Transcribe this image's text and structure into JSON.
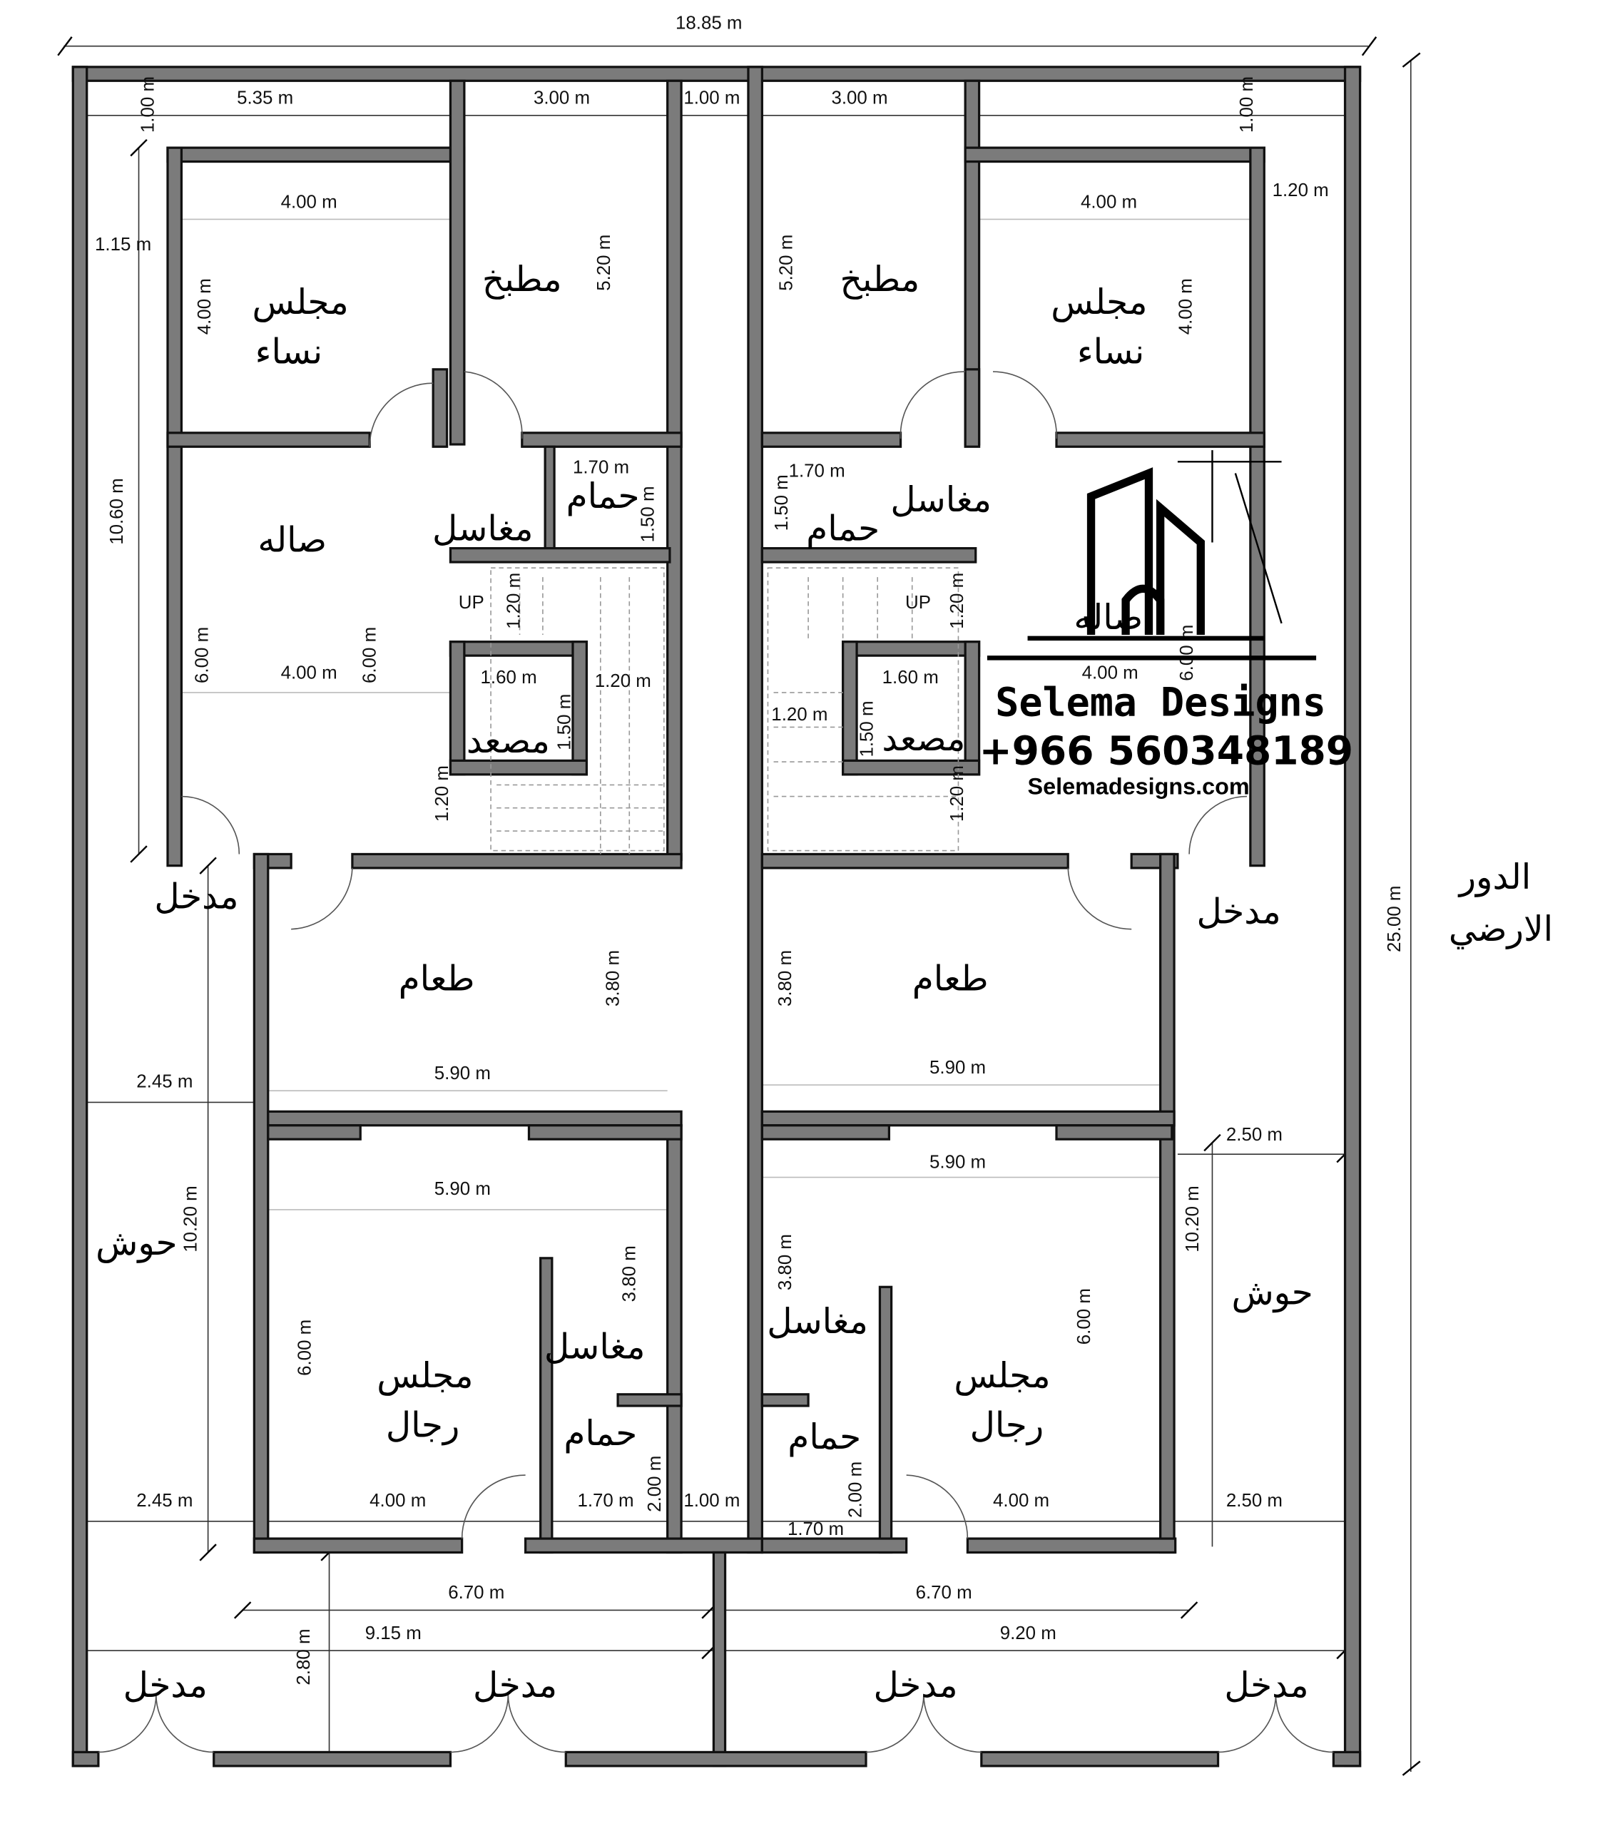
{
  "title": {
    "line1": "الدور",
    "line2": "الارضي"
  },
  "rooms": {
    "majlis_nisa_l_1": "مجلس",
    "majlis_nisa_l_2": "نساء",
    "matbakh_l": "مطبخ",
    "matbakh_r": "مطبخ",
    "majlis_nisa_r_1": "مجلس",
    "majlis_nisa_r_2": "نساء",
    "sala_l": "صاله",
    "sala_r": "صاله",
    "hammam_top_l": "حمام",
    "maghasil_top_l": "مغاسل",
    "hammam_top_r": "حمام",
    "maghasil_top_r": "مغاسل",
    "masad_l": "مصعد",
    "masad_r": "مصعد",
    "up_l": "UP",
    "up_r": "UP",
    "madkhal_side_l": "مدخل",
    "madkhal_side_r": "مدخل",
    "taam_l": "طعام",
    "taam_r": "طعام",
    "hosh_l": "حوش",
    "hosh_r": "حوش",
    "majlis_rijal_l_1": "مجلس",
    "majlis_rijal_l_2": "رجال",
    "majlis_rijal_r_1": "مجلس",
    "majlis_rijal_r_2": "رجال",
    "maghasil_bot_l": "مغاسل",
    "hammam_bot_l": "حمام",
    "maghasil_bot_r": "مغاسل",
    "hammam_bot_r": "حمام",
    "madkhal_bot_1": "مدخل",
    "madkhal_bot_2": "مدخل",
    "madkhal_bot_3": "مدخل",
    "madkhal_bot_4": "مدخل"
  },
  "dimensions": {
    "total_width": "18.85 m",
    "total_depth": "25.00 m",
    "d_535": "5.35 m",
    "d_300_l": "3.00 m",
    "d_100_top": "1.00 m",
    "d_300_r": "3.00 m",
    "d_100_v_l": "1.00 m",
    "d_100_v_r": "1.00 m",
    "d_115": "1.15 m",
    "d_120_r": "1.20 m",
    "d_400_nl": "4.00 m",
    "d_400_nl_v": "4.00 m",
    "d_520_l": "5.20 m",
    "d_520_r": "5.20 m",
    "d_400_nr": "4.00 m",
    "d_400_nr_v": "4.00 m",
    "d_1060": "10.60 m",
    "d_170_l": "1.70 m",
    "d_150_l": "1.50 m",
    "d_170_r": "1.70 m",
    "d_150_r": "1.50 m",
    "d_120_stair_l": "1.20 m",
    "d_120_stair_r": "1.20 m",
    "d_600_sala_l": "6.00 m",
    "d_400_sala_l": "4.00 m",
    "d_600_sala_l2": "6.00 m",
    "d_160_l": "1.60 m",
    "d_120_lift_l": "1.20 m",
    "d_150_lift_l": "1.50 m",
    "d_160_r": "1.60 m",
    "d_120_lift_r": "1.20 m",
    "d_150_lift_r": "1.50 m",
    "d_400_sala_r": "4.00 m",
    "d_600_sala_r": "6.00 m",
    "d_120_bot_l": "1.20 m",
    "d_120_bot_r": "1.20 m",
    "d_380_taam_l": "3.80 m",
    "d_590_taam_l": "5.90 m",
    "d_380_taam_r": "3.80 m",
    "d_590_taam_r": "5.90 m",
    "d_245_a": "2.45 m",
    "d_250_a": "2.50 m",
    "d_590_maj_l": "5.90 m",
    "d_590_maj_r": "5.90 m",
    "d_1020_l": "10.20 m",
    "d_1020_r": "10.20 m",
    "d_380_maj_l": "3.80 m",
    "d_380_maj_r": "3.80 m",
    "d_600_maj_l": "6.00 m",
    "d_600_maj_r": "6.00 m",
    "d_245_b": "2.45 m",
    "d_400_maj_l": "4.00 m",
    "d_170_bot_l": "1.70 m",
    "d_200_l": "2.00 m",
    "d_100_bot": "1.00 m",
    "d_200_r": "2.00 m",
    "d_170_bot_r": "1.70 m",
    "d_400_maj_r": "4.00 m",
    "d_250_b": "2.50 m",
    "d_670_l": "6.70 m",
    "d_670_r": "6.70 m",
    "d_915": "9.15 m",
    "d_920": "9.20 m",
    "d_280": "2.80 m"
  },
  "logo": {
    "name": "Selema Designs",
    "phone": "+966 560348189",
    "website": "Selemadesigns.com"
  },
  "colors": {
    "wall": "#7b7b7b",
    "outline": "#111111"
  }
}
